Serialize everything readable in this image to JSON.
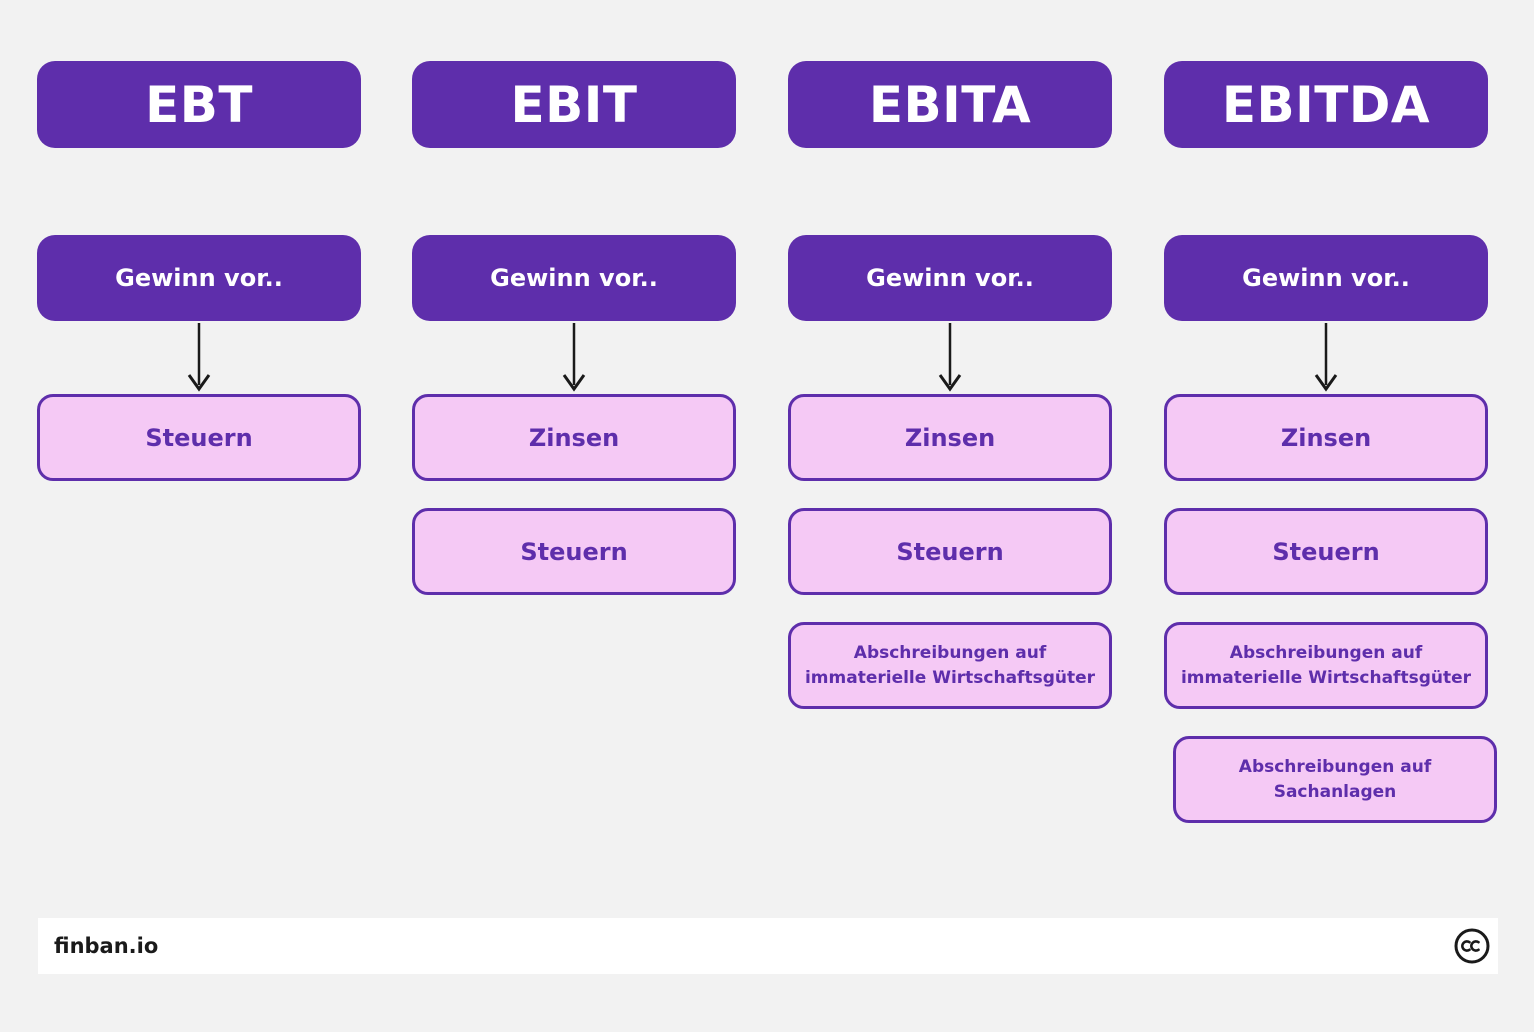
{
  "columns": [
    {
      "title": "EBT",
      "header": "Gewinn vor..",
      "items": [
        "Steuern"
      ]
    },
    {
      "title": "EBIT",
      "header": "Gewinn vor..",
      "items": [
        "Zinsen",
        "Steuern"
      ]
    },
    {
      "title": "EBITA",
      "header": "Gewinn vor..",
      "items": [
        "Zinsen",
        "Steuern",
        "Abschreibungen auf immaterielle Wirtschaftsgüter"
      ]
    },
    {
      "title": "EBITDA",
      "header": "Gewinn vor..",
      "items": [
        "Zinsen",
        "Steuern",
        "Abschreibungen auf immaterielle Wirtschaftsgüter",
        "Abschreibungen auf Sachanlagen"
      ]
    }
  ],
  "footer": {
    "brand": "finban.io",
    "license_icon": "creative-commons-icon"
  },
  "colors": {
    "primary": "#5e2eab",
    "item_fill": "#f5c9f5",
    "background": "#f2f2f2"
  }
}
